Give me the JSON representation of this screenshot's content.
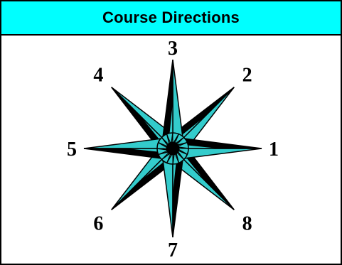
{
  "header": {
    "title": "Course Directions"
  },
  "compass": {
    "directions": [
      {
        "number": "1",
        "angle_deg": 0
      },
      {
        "number": "2",
        "angle_deg": 45
      },
      {
        "number": "3",
        "angle_deg": 90
      },
      {
        "number": "4",
        "angle_deg": 135
      },
      {
        "number": "5",
        "angle_deg": 180
      },
      {
        "number": "6",
        "angle_deg": 225
      },
      {
        "number": "7",
        "angle_deg": 270
      },
      {
        "number": "8",
        "angle_deg": 315
      }
    ]
  },
  "colors": {
    "title_background": "#00FFFF",
    "point_fill": "#33CCCC",
    "point_dark": "#000000",
    "outline": "#000000",
    "label": "#000000"
  }
}
